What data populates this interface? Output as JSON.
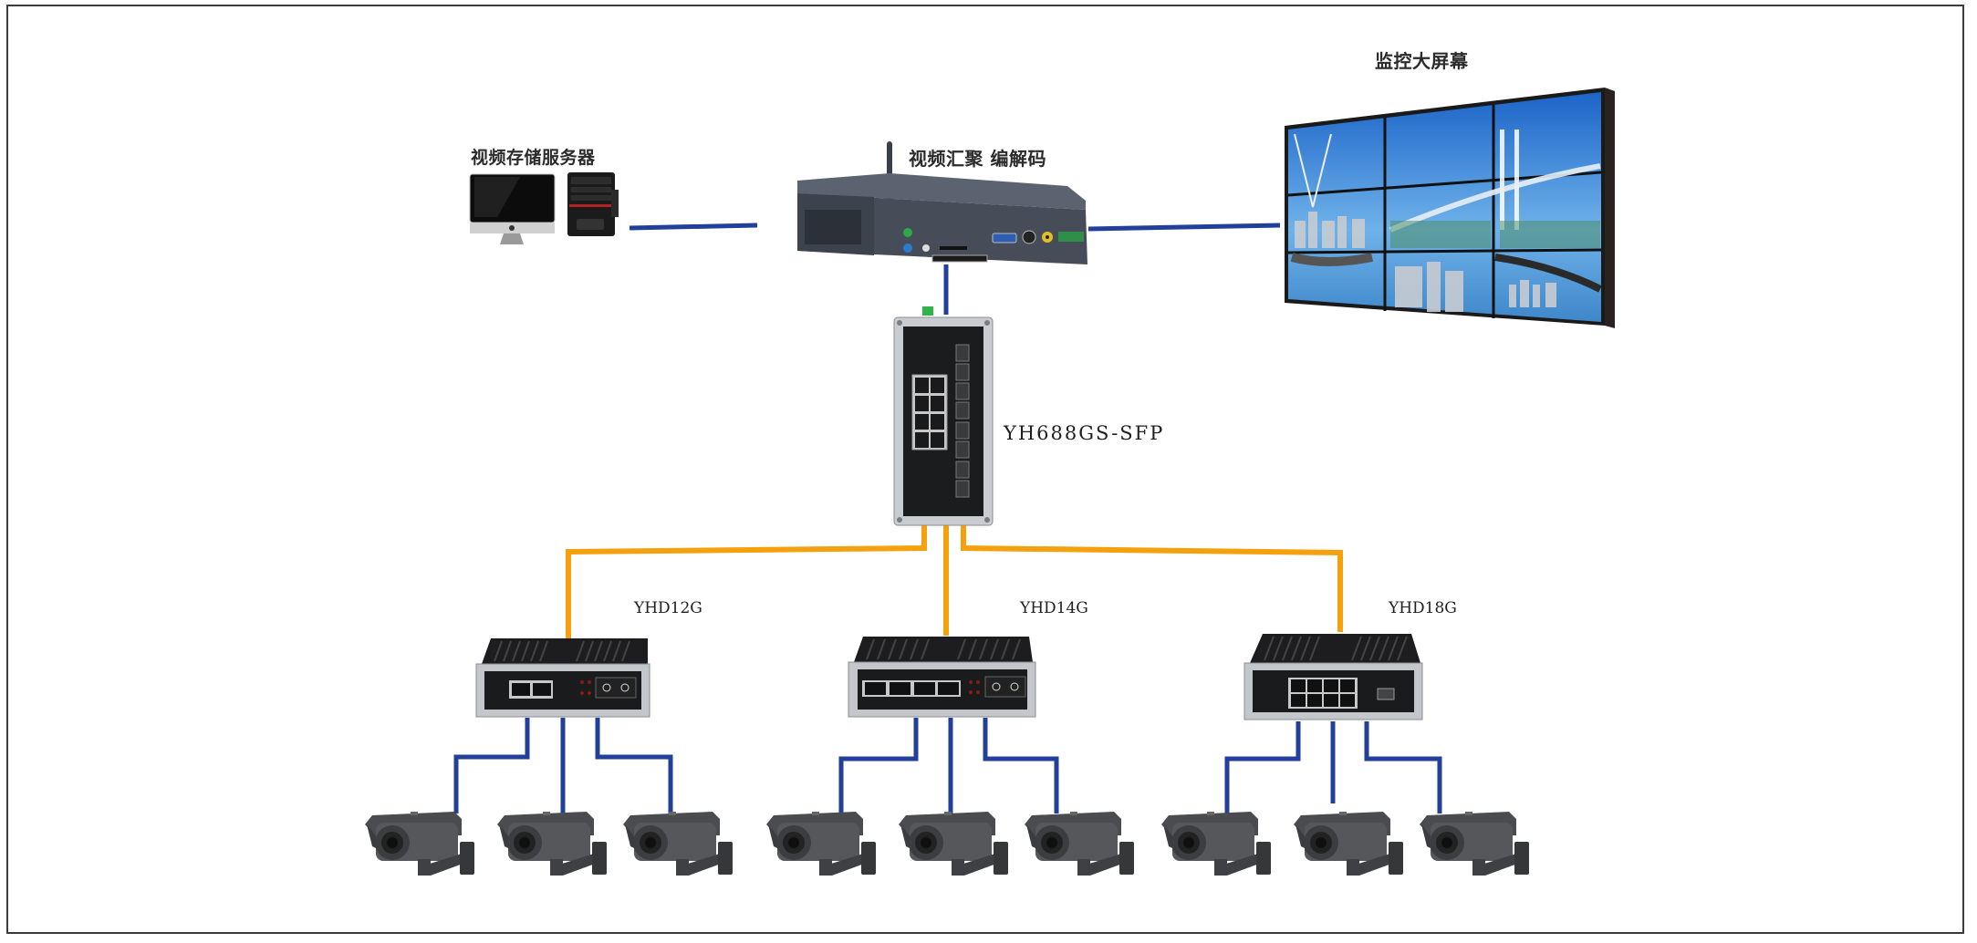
{
  "diagram": {
    "title": "Video surveillance network topology",
    "nodes": {
      "storage": {
        "label": "视频存储服务器",
        "icons": [
          "monitor-icon",
          "server-tower-icon"
        ]
      },
      "encoder": {
        "label": "视频汇聚 编解码"
      },
      "videowall": {
        "label": "监控大屏幕",
        "grid": "3x3"
      },
      "core_switch": {
        "label": "YH688GS-SFP"
      },
      "access_switches": [
        {
          "label": "YHD12G",
          "cameras": 3
        },
        {
          "label": "YHD14G",
          "cameras": 3
        },
        {
          "label": "YHD18G",
          "cameras": 3
        }
      ]
    },
    "links": [
      {
        "from": "storage",
        "to": "encoder",
        "type": "ethernet"
      },
      {
        "from": "encoder",
        "to": "videowall",
        "type": "ethernet"
      },
      {
        "from": "encoder",
        "to": "core_switch",
        "type": "ethernet"
      },
      {
        "from": "core_switch",
        "to": "YHD12G",
        "type": "fiber"
      },
      {
        "from": "core_switch",
        "to": "YHD14G",
        "type": "fiber"
      },
      {
        "from": "core_switch",
        "to": "YHD18G",
        "type": "fiber"
      }
    ],
    "colors": {
      "ethernet": "#22409a",
      "fiber": "#f5a00f",
      "frame": "#3a3a3a",
      "label": "#2b2b2b"
    }
  }
}
